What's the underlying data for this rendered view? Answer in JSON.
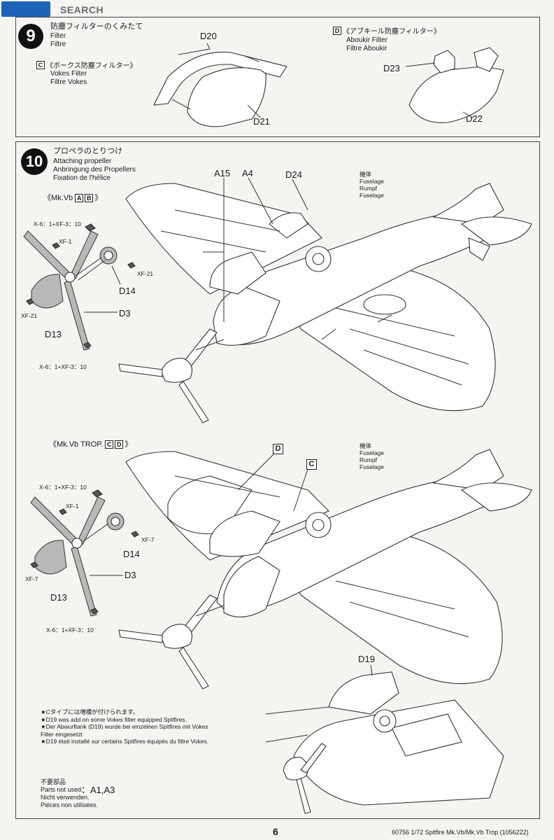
{
  "header": {
    "logo_text": "SEARCH"
  },
  "step9": {
    "number": "9",
    "title_jp": "防塵フィルターのくみたて",
    "title_en": "Filter",
    "title_fr": "Filtre",
    "option_c": {
      "letter": "C",
      "jp": "《ボークス防塵フィルター》",
      "en": "Vokes Filter",
      "fr": "Filtre Vokes"
    },
    "option_d": {
      "letter": "D",
      "jp": "《アブキール防塵フィルター》",
      "en": "Aboukir Filter",
      "fr": "Filtre Aboukir"
    },
    "parts": {
      "d20": "D20",
      "d21": "D21",
      "d23": "D23",
      "d22": "D22"
    }
  },
  "step10": {
    "number": "10",
    "title_jp": "プロペラのとりつけ",
    "title_en": "Attaching propeller",
    "title_de": "Anbringung des Propellers",
    "title_fr": "Fixation de l'hélice",
    "variant_ab": {
      "label": "《Mk.Vb",
      "boxes": [
        "A",
        "B"
      ],
      "close": "》"
    },
    "variant_cd": {
      "label": "《Mk.Vb TROP.",
      "boxes": [
        "C",
        "D"
      ],
      "close": "》"
    },
    "fuselage": [
      "機体",
      "Fuselage",
      "Rumpf",
      "Fuselage"
    ],
    "parts": {
      "a15": "A15",
      "a4": "A4",
      "d24": "D24",
      "d14": "D14",
      "d3": "D3",
      "d13": "D13",
      "d19": "D19",
      "c": "C",
      "d": "D"
    },
    "paint": {
      "mix": "X-6：1+XF-3：10",
      "xf1": "XF-1",
      "xf21": "XF-21",
      "xf7": "XF-7"
    },
    "notes": [
      "★Cタイプには増槽が付けられます。",
      "★D19 was add on some Vokes filter equipped Spitfires.",
      "★Der Abwurftank (D19) wurde bei einzelnen Spitfires mit Vokes",
      "Filter eingesetzt",
      "★D19 était installé sur certains Spitfires équipés du filtre Vokes."
    ],
    "unused": {
      "jp": "不要部品",
      "en": "Parts not used.",
      "de": "Nicht verwenden.",
      "fr": "Pièces non utilisées.",
      "parts": "：A1,A3"
    }
  },
  "footer": {
    "page_number": "6",
    "product": "60756  1/72 Spitfire Mk.Vb/Mk.Vb Trop (1056222)"
  }
}
